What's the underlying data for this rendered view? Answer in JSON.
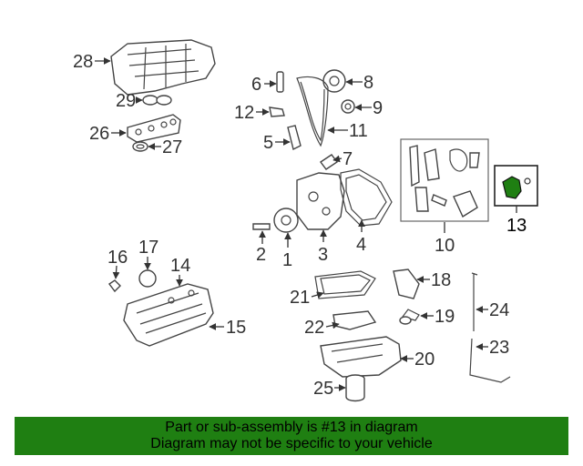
{
  "labels": [
    "1",
    "2",
    "3",
    "4",
    "5",
    "6",
    "7",
    "8",
    "9",
    "10",
    "11",
    "12",
    "13",
    "14",
    "15",
    "16",
    "17",
    "18",
    "19",
    "20",
    "21",
    "22",
    "23",
    "24",
    "25",
    "26",
    "27",
    "28",
    "29"
  ],
  "highlight_label": "13",
  "colors": {
    "highlight": "#1f7f12",
    "banner_bg": "#1f7f12",
    "line": "#444444"
  },
  "banner": {
    "line1": "Part or sub-assembly is #13 in diagram",
    "line2": "Diagram may not be specific to your vehicle"
  }
}
